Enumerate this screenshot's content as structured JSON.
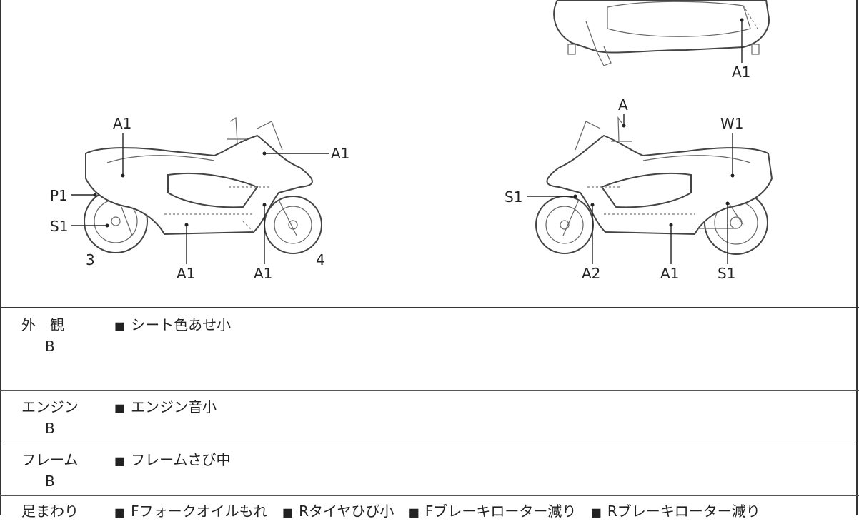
{
  "diagram": {
    "left_view": {
      "labels": {
        "a1_top": "A1",
        "a1_right": "A1",
        "p1": "P1",
        "s1": "S1",
        "a1_bottom_mid": "A1",
        "a1_bottom_right": "A1",
        "num_left": "3",
        "num_right": "4"
      }
    },
    "right_view": {
      "labels": {
        "a": "A",
        "w1": "W1",
        "s1_left": "S1",
        "a2": "A2",
        "a1_bottom": "A1",
        "s1_bottom": "S1"
      }
    },
    "top_view": {
      "labels": {
        "a1": "A1"
      }
    }
  },
  "rows": [
    {
      "category": "外　観",
      "grade": "B",
      "items": [
        "シート色あせ小"
      ]
    },
    {
      "category": "エンジン",
      "grade": "B",
      "items": [
        "エンジン音小"
      ]
    },
    {
      "category": "フレーム",
      "grade": "B",
      "items": [
        "フレームさび中"
      ]
    },
    {
      "category": "足まわり",
      "grade": "",
      "items": [
        "Fフォークオイルもれ",
        "Rタイヤひび小",
        "Fブレーキローター減り",
        "Rブレーキローター減り"
      ]
    }
  ],
  "bullet": "■"
}
